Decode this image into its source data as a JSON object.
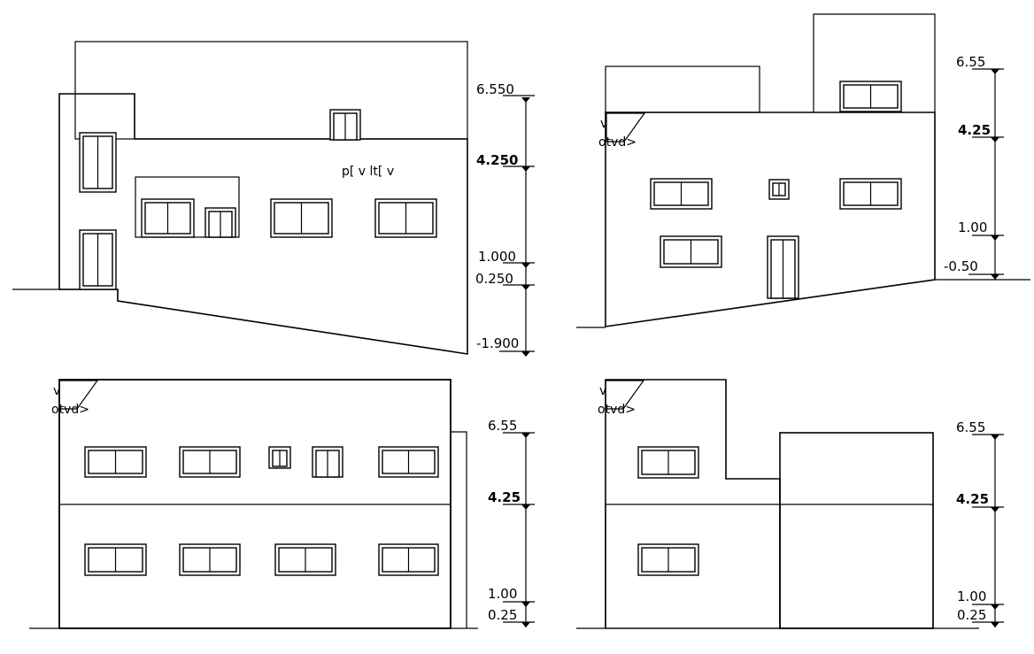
{
  "drawing": {
    "annotations": {
      "section_mark": "p[ v lt[ v",
      "tag_a": "v",
      "tag_b": "otvd>"
    },
    "elevations": [
      {
        "levels": [
          "6.550",
          "4.250",
          "1.000",
          "0.250",
          "-1.900"
        ]
      },
      {
        "levels": [
          "6.55",
          "4.25",
          "1.00",
          "-0.50"
        ]
      },
      {
        "levels": [
          "6.55",
          "4.25",
          "1.00",
          "0.25"
        ]
      },
      {
        "levels": [
          "6.55",
          "4.25",
          "1.00",
          "0.25"
        ]
      }
    ]
  }
}
